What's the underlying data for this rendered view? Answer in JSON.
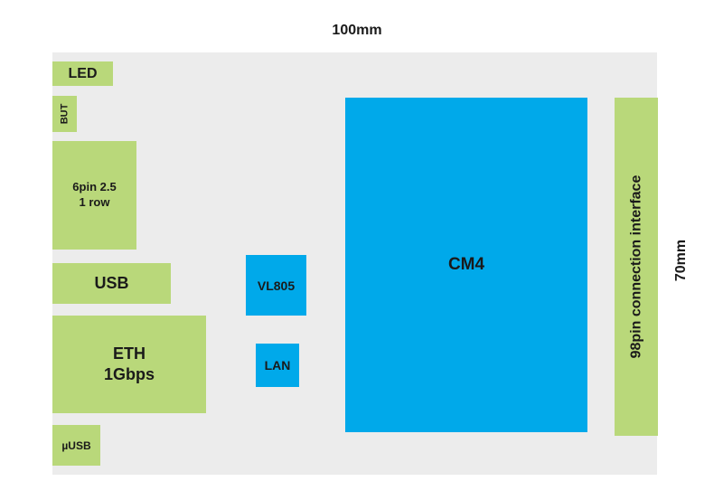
{
  "dimensions": {
    "width": "100mm",
    "height": "70mm"
  },
  "components": {
    "led": "LED",
    "but": "BUT",
    "pin_header": "6pin 2.5\n1 row",
    "usb": "USB",
    "eth": "ETH\n1Gbps",
    "micro_usb": "µUSB",
    "vl805": "VL805",
    "lan": "LAN",
    "cm4": "CM4",
    "connector": "98pin connection interface"
  },
  "colors": {
    "board": "#ececec",
    "connector_green": "#b9d87a",
    "chip_blue": "#00a9ea"
  }
}
